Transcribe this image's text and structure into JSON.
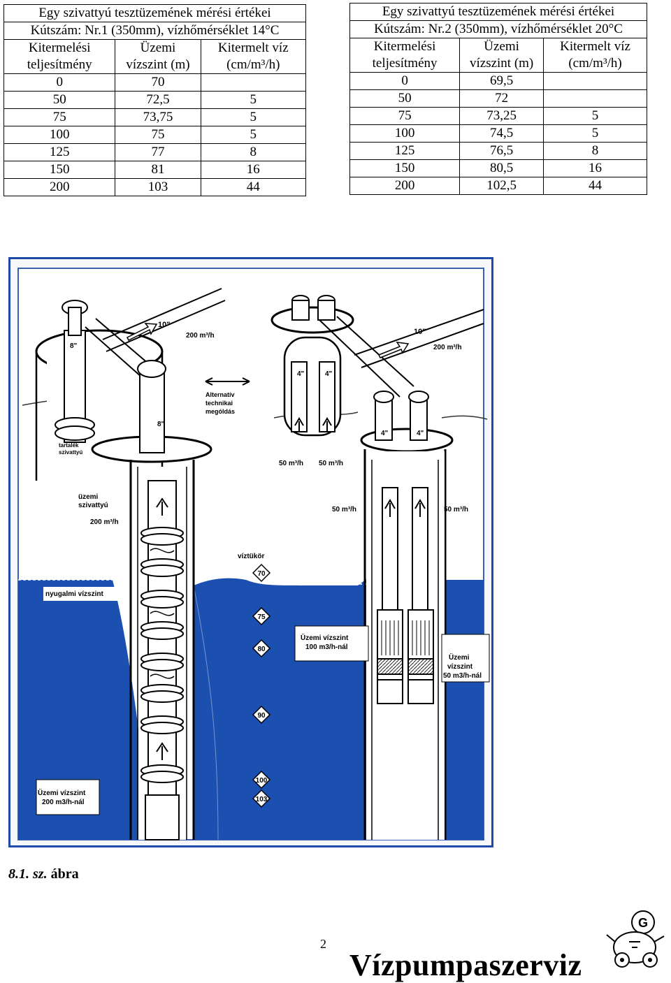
{
  "table1": {
    "title_line1": "Egy szivattyú tesztüzemének mérési értékei",
    "title_line2": "Kútszám: Nr.1 (350mm), vízhőmérséklet 14°C",
    "headers": [
      "Kitermelési teljesítmény",
      "Üzemi vízszint (m)",
      "Kitermelt víz (cm/m³/h)"
    ],
    "rows": [
      [
        "0",
        "70",
        ""
      ],
      [
        "50",
        "72,5",
        "5"
      ],
      [
        "75",
        "73,75",
        "5"
      ],
      [
        "100",
        "75",
        "5"
      ],
      [
        "125",
        "77",
        "8"
      ],
      [
        "150",
        "81",
        "16"
      ],
      [
        "200",
        "103",
        "44"
      ]
    ]
  },
  "table2": {
    "title_line1": "Egy szivattyú tesztüzemének mérési értékei",
    "title_line2": "Kútszám: Nr.2 (350mm), vízhőmérséklet 20°C",
    "headers": [
      "Kitermelési teljesítmény",
      "Üzemi vízszint (m)",
      "Kitermelt víz (cm/m³/h)"
    ],
    "rows": [
      [
        "0",
        "69,5",
        ""
      ],
      [
        "50",
        "72",
        ""
      ],
      [
        "75",
        "73,25",
        "5"
      ],
      [
        "100",
        "74,5",
        "5"
      ],
      [
        "125",
        "76,5",
        "8"
      ],
      [
        "150",
        "80,5",
        "16"
      ],
      [
        "200",
        "102,5",
        "44"
      ]
    ]
  },
  "figure": {
    "pipe_10_left": "10\"",
    "flow_200_left": "200 m³/h",
    "pipe_8_top": "8\"",
    "pipe_8_mid": "8\"",
    "alt_line1": "Alternatív",
    "alt_line2": "technikai",
    "alt_line3": "mególdás",
    "spare_line1": "tartalék",
    "spare_line2": "szivattyú",
    "pump_line1": "üzemi",
    "pump_line2": "szivattyú",
    "pump_flow": "200 m³/h",
    "pipe_4_a": "4\"",
    "pipe_4_b": "4\"",
    "pipe_4_c": "4\"",
    "pipe_4_d": "4\"",
    "flow_50_a": "50 m³/h",
    "flow_50_b": "50 m³/h",
    "flow_50_c": "50 m³/h",
    "flow_50_d": "50 m³/h",
    "pipe_10_right": "10\"",
    "flow_200_right": "200 m³/h",
    "water_surface": "víztükör",
    "rest_level": "nyugalmi vízszint",
    "levels": [
      "70",
      "75",
      "80",
      "90",
      "100",
      "103"
    ],
    "op100_line1": "Üzemi vízszint",
    "op100_line2": "100 m3/h-nál",
    "op50_line1": "Üzemi",
    "op50_line2": "vízszint",
    "op50_line3": "50 m3/h-nál",
    "op200_line1": "Üzemi vízszint",
    "op200_line2": "200 m3/h-nál"
  },
  "caption_part1": "8.1. sz.",
  "caption_part2": " ábra",
  "page_number": "2",
  "brand": "Vízpumpaszerviz"
}
